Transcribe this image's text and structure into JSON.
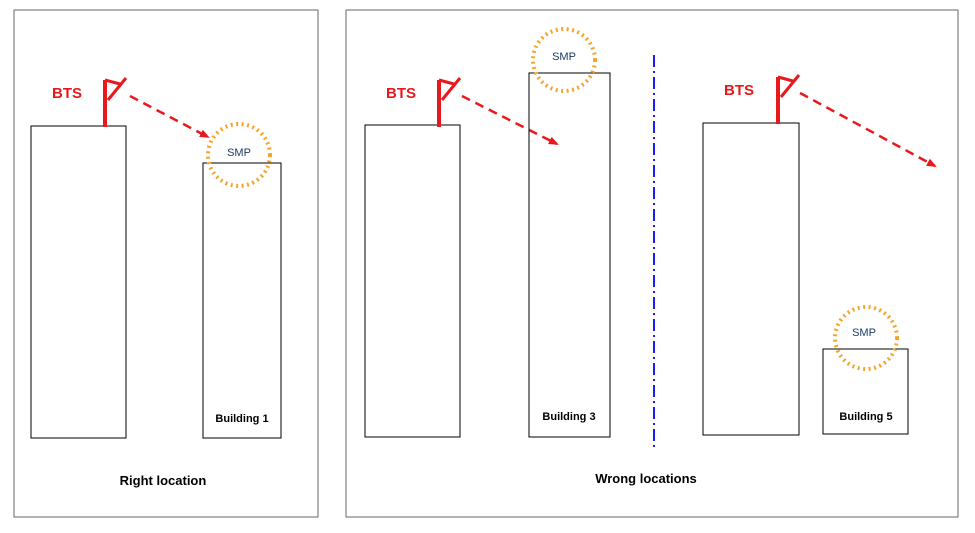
{
  "labels": {
    "bts": "BTS",
    "smp": "SMP",
    "building_1": "Building 1",
    "building_3": "Building 3",
    "building_5": "Building 5",
    "right_caption": "Right location",
    "wrong_caption": "Wrong locations"
  },
  "colors": {
    "bts": "#e8191c",
    "arrow": "#e8191c",
    "smp_ring": "#f4a42a",
    "divider": "#1a1aff",
    "smp_text": "#1f3864"
  }
}
